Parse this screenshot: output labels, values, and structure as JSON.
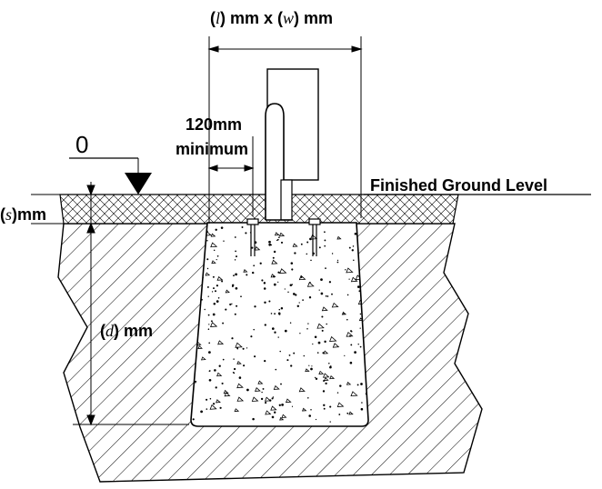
{
  "labels": {
    "dim_lw": {
      "p1": "(",
      "var1": "l",
      "p2": ") mm x (",
      "var2": "w",
      "p3": ") mm"
    },
    "edge_distance": {
      "line1": "120mm",
      "line2": "minimum"
    },
    "datum": "0",
    "ground_level": "Finished Ground Level",
    "surface_depth": {
      "p1": "(",
      "var": "s",
      "p2": ")mm"
    },
    "footing_depth": {
      "p1": "(",
      "var": "d",
      "p2": ") mm"
    }
  }
}
